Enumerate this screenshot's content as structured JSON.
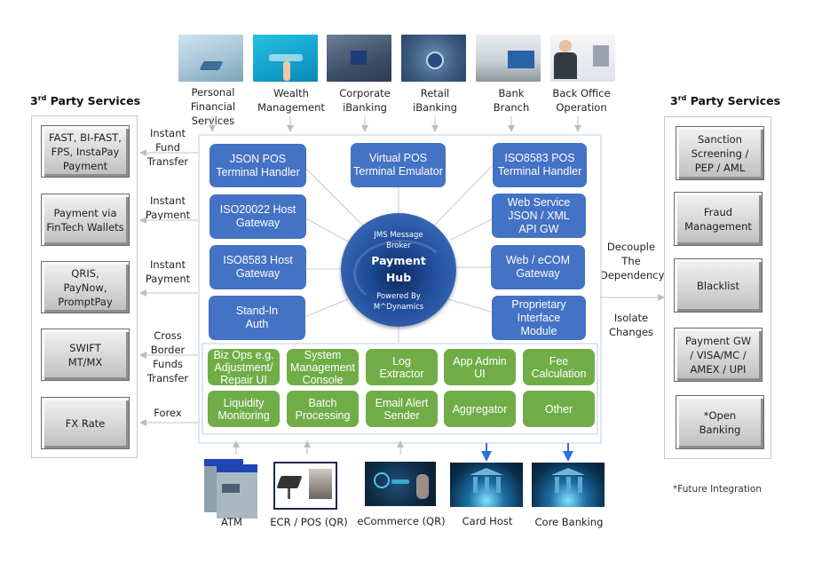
{
  "left_panel": {
    "heading_prefix": "3",
    "heading_sup": "rd",
    "heading_rest": " Party Services",
    "services": [
      {
        "label": "FAST, BI-FAST,\nFPS, InstaPay\nPayment",
        "flow": "Instant\nFund\nTransfer"
      },
      {
        "label": "Payment via\nFinTech Wallets",
        "flow": "Instant\nPayment"
      },
      {
        "label": "QRIS,\nPayNow,\nPromptPay",
        "flow": "Instant\nPayment"
      },
      {
        "label": "SWIFT\nMT/MX",
        "flow": "Cross\nBorder\nFunds\nTransfer"
      },
      {
        "label": "FX Rate",
        "flow": "Forex"
      }
    ]
  },
  "right_panel": {
    "heading_prefix": "3",
    "heading_sup": "rd",
    "heading_rest": " Party Services",
    "services": [
      {
        "label": "Sanction\nScreening /\nPEP / AML"
      },
      {
        "label": "Fraud\nManagement"
      },
      {
        "label": "Blacklist"
      },
      {
        "label": "Payment GW\n/ VISA/MC /\nAMEX / UPI"
      },
      {
        "label": "*Open\nBanking"
      }
    ],
    "notes": [
      "Decouple\nThe\nDependency",
      "Isolate\nChanges"
    ],
    "footnote": "*Future Integration"
  },
  "top_channels": [
    {
      "label": "Personal\nFinancial Services",
      "icon": "fintech-image"
    },
    {
      "label": "Wealth\nManagement",
      "icon": "wealth-management-image"
    },
    {
      "label": "Corporate\niBanking",
      "icon": "corporate-banking-image"
    },
    {
      "label": "Retail\niBanking",
      "icon": "retail-banking-image"
    },
    {
      "label": "Bank\nBranch",
      "icon": "bank-branch-image"
    },
    {
      "label": "Back Office\nOperation",
      "icon": "back-office-image"
    }
  ],
  "hub": {
    "line1": "JMS Message\nBroker",
    "title": "Payment\nHub",
    "line3": "Powered By\nM^Dynamics"
  },
  "left_modules": [
    "JSON POS\nTerminal Handler",
    "ISO20022 Host\nGateway",
    "ISO8583 Host\nGateway",
    "Stand-In\nAuth"
  ],
  "center_module": "Virtual POS\nTerminal Emulator",
  "right_modules": [
    "ISO8583 POS\nTerminal Handler",
    "Web Service\nJSON / XML\nAPI GW",
    "Web / eCOM\nGateway",
    "Proprietary\nInterface\nModule"
  ],
  "green_modules": [
    "Biz Ops e.g.\nAdjustment/\nRepair UI",
    "System\nManagement\nConsole",
    "Log\nExtractor",
    "App Admin\nUI",
    "Fee\nCalculation",
    "Liquidity\nMonitoring",
    "Batch\nProcessing",
    "Email Alert\nSender",
    "Aggregator",
    "Other"
  ],
  "bottom_channels": [
    {
      "label": "ATM",
      "direction": "in"
    },
    {
      "label": "ECR / POS (QR)",
      "direction": "in"
    },
    {
      "label": "eCommerce (QR)",
      "direction": "in"
    },
    {
      "label": "Card Host",
      "direction": "out"
    },
    {
      "label": "Core Banking",
      "direction": "out"
    }
  ],
  "colors": {
    "module_blue": "#4472c4",
    "module_green": "#70ad47",
    "out_arrow_blue": "#2f6fe0",
    "connector_gray": "#b7b7b7"
  }
}
